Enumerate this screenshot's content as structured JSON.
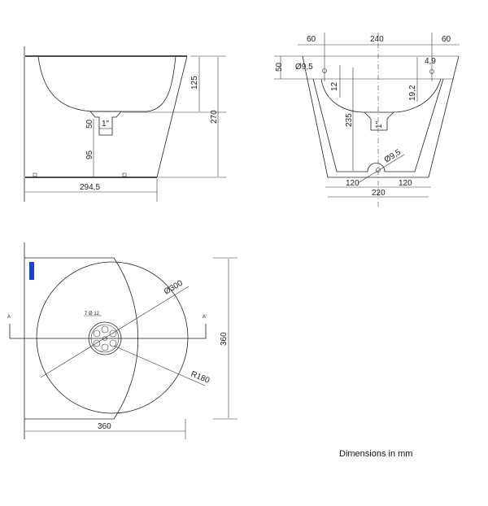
{
  "side_view": {
    "dims": {
      "rim_depth": "125",
      "total_height": "270",
      "drain_len": "50",
      "drain_size": "1\"",
      "floor_clearance": "95",
      "base_width": "294,5"
    }
  },
  "front_section": {
    "dims": {
      "left_margin": "60",
      "center_span": "240",
      "right_margin": "60",
      "rim_height": "50",
      "hole_left": "Ø9,5",
      "hole_left_offset": "12",
      "hole_right_offset": "4,9",
      "hole_right_depth": "19,2",
      "interior_height": "235",
      "drain_size": "1\"",
      "bottom_hole": "Ø9,5",
      "bottom_left": "120",
      "bottom_right": "120",
      "bottom_width": "220"
    }
  },
  "plan_view": {
    "dims": {
      "inner_diameter": "Ø300",
      "outer_radius": "R180",
      "height": "360",
      "width": "360",
      "drain_holes": "7 Ø 12",
      "section_left": "A",
      "section_right": "A'"
    }
  },
  "footer": {
    "units_note": "Dimensions in  mm"
  },
  "colors": {
    "logo": "#1f3fd6",
    "line": "#222222"
  }
}
